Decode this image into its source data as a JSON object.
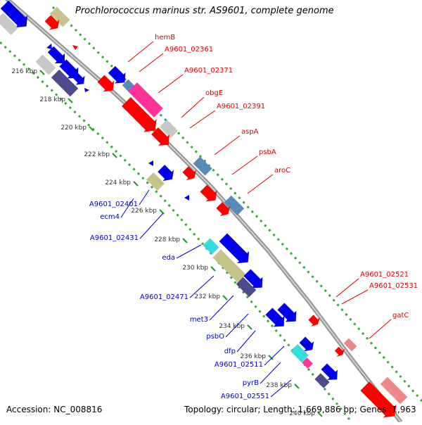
{
  "title": "Prochlorococcus marinus str. AS9601, complete genome",
  "footer": {
    "accession": "Accession: NC_008816",
    "stats": "Topology: circular; Length: 1,669,886 bp; Genes: 1,963"
  },
  "colors": {
    "backbone": "#999999",
    "dots": "#33aa33",
    "tick": "#229922",
    "red": "#ff0000",
    "blue": "#0000ee",
    "darkblue": "#4d4b8c",
    "pink": "#ff3399",
    "steel": "#5b8ab8",
    "khaki": "#c8c38a",
    "cyan": "#33dddd",
    "grey": "#c8c8c8",
    "lightred": "#ee8888",
    "labelRed": "#dd0000",
    "labelBlue": "#0000cc"
  },
  "scale_ticks": [
    {
      "id": "216",
      "label": "216 kbp"
    },
    {
      "id": "218",
      "label": "218 kbp"
    },
    {
      "id": "220",
      "label": "220 kbp"
    },
    {
      "id": "222",
      "label": "222 kbp"
    },
    {
      "id": "224",
      "label": "224 kbp"
    },
    {
      "id": "226",
      "label": "226 kbp"
    },
    {
      "id": "228",
      "label": "228 kbp"
    },
    {
      "id": "230",
      "label": "230 kbp"
    },
    {
      "id": "232",
      "label": "232 kbp"
    },
    {
      "id": "234",
      "label": "234 kbp"
    },
    {
      "id": "236",
      "label": "236 kbp"
    },
    {
      "id": "238",
      "label": "238 kbp"
    },
    {
      "id": "240",
      "label": "240 kbp"
    }
  ],
  "forward_labels": [
    {
      "id": "hemB",
      "label": "hemB"
    },
    {
      "id": "A9601_02361",
      "label": "A9601_02361"
    },
    {
      "id": "A9601_02371",
      "label": "A9601_02371"
    },
    {
      "id": "obgE",
      "label": "obgE"
    },
    {
      "id": "A9601_02391",
      "label": "A9601_02391"
    },
    {
      "id": "aspA",
      "label": "aspA"
    },
    {
      "id": "psbA",
      "label": "psbA"
    },
    {
      "id": "aroC",
      "label": "aroC"
    },
    {
      "id": "A9601_02521",
      "label": "A9601_02521"
    },
    {
      "id": "A9601_02531",
      "label": "A9601_02531"
    },
    {
      "id": "gatC",
      "label": "gatC"
    }
  ],
  "reverse_labels": [
    {
      "id": "A9601_02401",
      "label": "A9601_02401"
    },
    {
      "id": "ecm4",
      "label": "ecm4"
    },
    {
      "id": "A9601_02431",
      "label": "A9601_02431"
    },
    {
      "id": "eda",
      "label": "eda"
    },
    {
      "id": "A9601_02471",
      "label": "A9601_02471"
    },
    {
      "id": "met3",
      "label": "met3"
    },
    {
      "id": "psbO",
      "label": "psbO"
    },
    {
      "id": "dfp",
      "label": "dfp"
    },
    {
      "id": "A9601_02511",
      "label": "A9601_02511"
    },
    {
      "id": "pyrB",
      "label": "pyrB"
    },
    {
      "id": "A9601_02551",
      "label": "A9601_02551"
    }
  ]
}
